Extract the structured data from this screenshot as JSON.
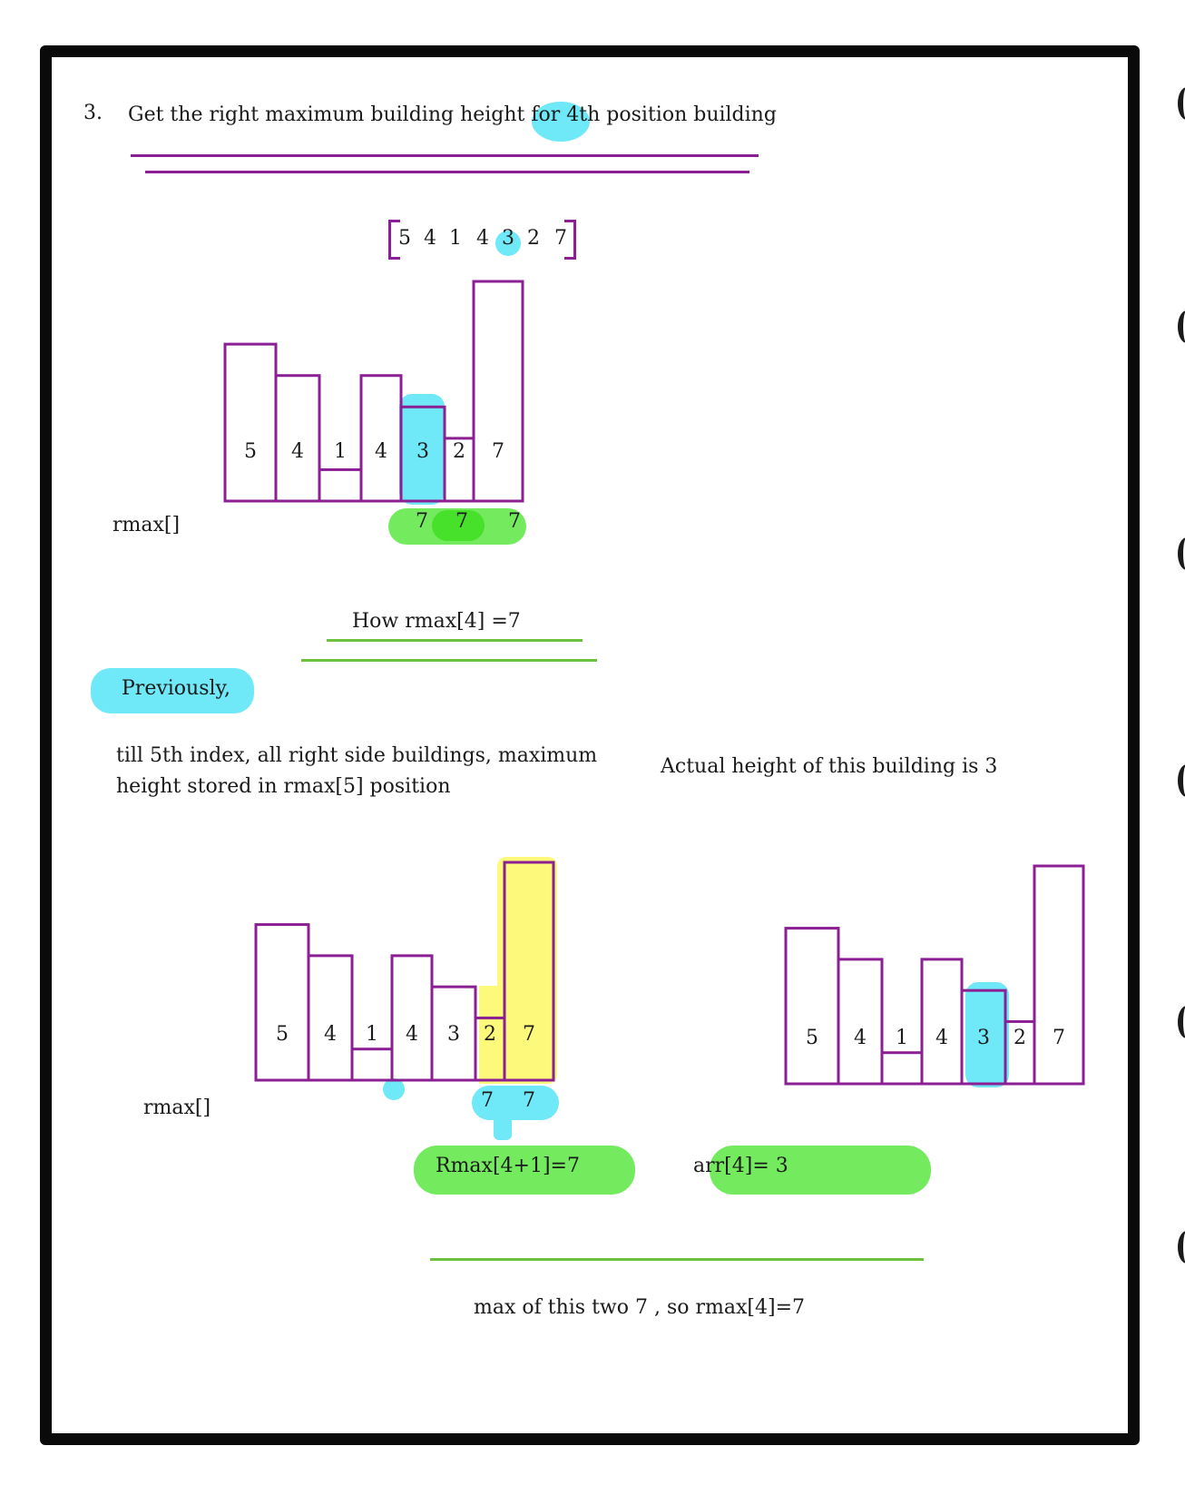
{
  "heading": {
    "number": "3.",
    "text": "Get the right maximum building height for 4th position building"
  },
  "array": {
    "values": [
      "5",
      "4",
      "1",
      "4",
      "3",
      "2",
      "7"
    ]
  },
  "top_diagram": {
    "heights": [
      5,
      4,
      1,
      4,
      3,
      2,
      7
    ],
    "labels": [
      "5",
      "4",
      "1",
      "4",
      "3",
      "2",
      "7"
    ],
    "highlight_index": 4,
    "rmax_label": "rmax[]",
    "rmax_values": [
      "7",
      "7",
      "7"
    ]
  },
  "question": "How rmax[4] =7",
  "previously": "Previously,",
  "explanation_left": {
    "line1": "till 5th index, all right side buildings, maximum",
    "line2": "height stored in rmax[5] position"
  },
  "explanation_right": "Actual height of this building is 3",
  "bottom_left_diagram": {
    "heights": [
      5,
      4,
      1,
      4,
      3,
      2,
      7
    ],
    "labels": [
      "5",
      "4",
      "1",
      "4",
      "3",
      "2",
      "7"
    ],
    "rmax_label": "rmax[]",
    "rmax_values": [
      "7",
      "7"
    ],
    "formula": "Rmax[4+1]=7"
  },
  "bottom_right_diagram": {
    "heights": [
      5,
      4,
      1,
      4,
      3,
      2,
      7
    ],
    "labels": [
      "5",
      "4",
      "1",
      "4",
      "3",
      "2",
      "7"
    ],
    "formula": "arr[4]= 3"
  },
  "conclusion": "max of this two 7 , so rmax[4]=7",
  "colors": {
    "purple": "#8b1f93",
    "cyan": "#6fe8f7",
    "green": "#74ea5e",
    "yellow": "#fdf97a"
  }
}
